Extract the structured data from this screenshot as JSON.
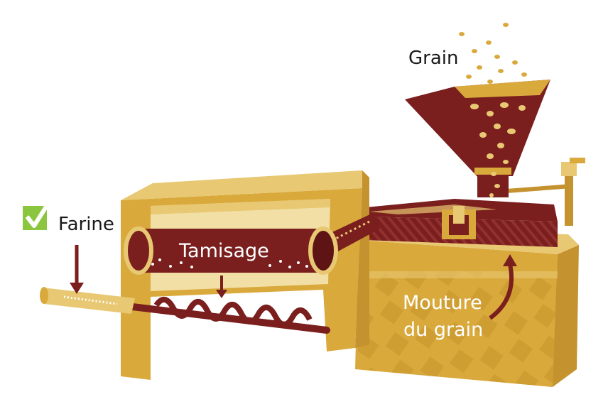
{
  "labels": {
    "grain": "Grain",
    "farine": "Farine",
    "tamisage": "Tamisage",
    "mouture_line1": "Mouture",
    "mouture_line2": "du grain"
  },
  "colors": {
    "gold": "#D9A93C",
    "gold_light": "#E8C872",
    "cream": "#F2DFA6",
    "maroon": "#7A1E1E",
    "maroon_dark": "#5E1414",
    "check_green": "#8CC63F",
    "text_dark": "#1A1A1A",
    "white": "#FFFFFF"
  },
  "icons": {
    "check": "check-icon"
  }
}
